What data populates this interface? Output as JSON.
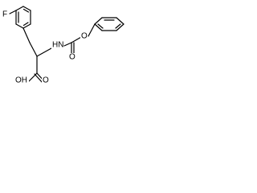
{
  "structure": {
    "atoms": {
      "fluorine": "F",
      "carbonyl_oxygen_acid": "O",
      "hydroxyl": "OH",
      "nh": "HN",
      "carbonyl_oxygen_carbamate": "O",
      "ester_oxygen": "O"
    }
  },
  "colors": {
    "bond": "#000000",
    "text": "#000000",
    "background": "#ffffff"
  }
}
